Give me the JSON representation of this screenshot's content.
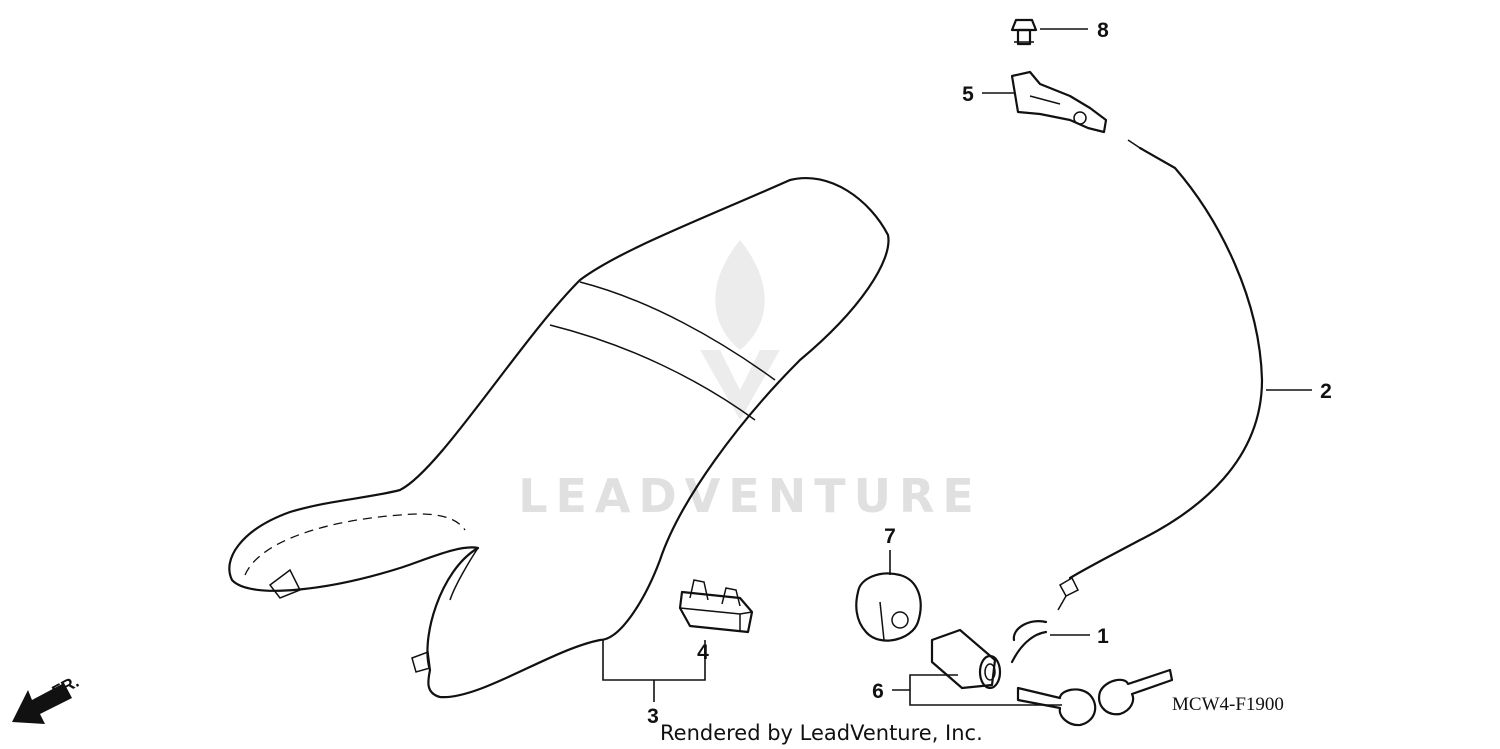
{
  "watermark": {
    "text": "LEADVENTURE"
  },
  "callouts": {
    "c1": "1",
    "c2": "2",
    "c3": "3",
    "c4": "4",
    "c5": "5",
    "c6": "6",
    "c7": "7",
    "c8": "8"
  },
  "front_label": "FR.",
  "diagram_code": "MCW4-F1900",
  "credit": "Rendered by LeadVenture, Inc."
}
